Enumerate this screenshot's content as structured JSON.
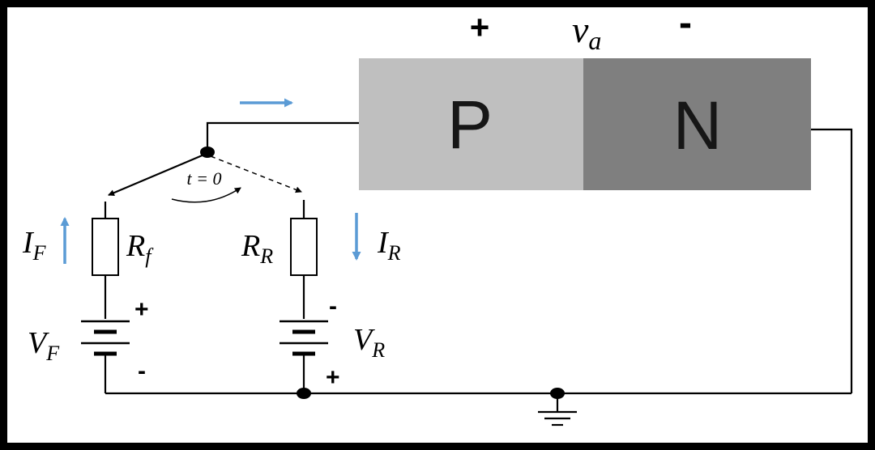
{
  "diagram": {
    "junction": {
      "p_label": "P",
      "n_label": "N"
    },
    "va": {
      "plus": "+",
      "main": "v",
      "sub": "a",
      "minus": "-"
    },
    "switch": {
      "time_label": "t = 0"
    },
    "forward": {
      "current": {
        "main": "I",
        "sub": "F"
      },
      "resistor": {
        "main": "R",
        "sub": "f"
      },
      "source": {
        "main": "V",
        "sub": "F"
      },
      "plus": "+",
      "minus": "-"
    },
    "reverse": {
      "current": {
        "main": "I",
        "sub": "R"
      },
      "resistor": {
        "main": "R",
        "sub": "R"
      },
      "source": {
        "main": "V",
        "sub": "R"
      },
      "minus": "-",
      "plus": "+"
    },
    "colors": {
      "p_fill": "#bfbfbf",
      "n_fill": "#7f7f7f",
      "arrow_blue": "#5b9bd5",
      "wire": "#000000",
      "frame": "#000000"
    }
  }
}
